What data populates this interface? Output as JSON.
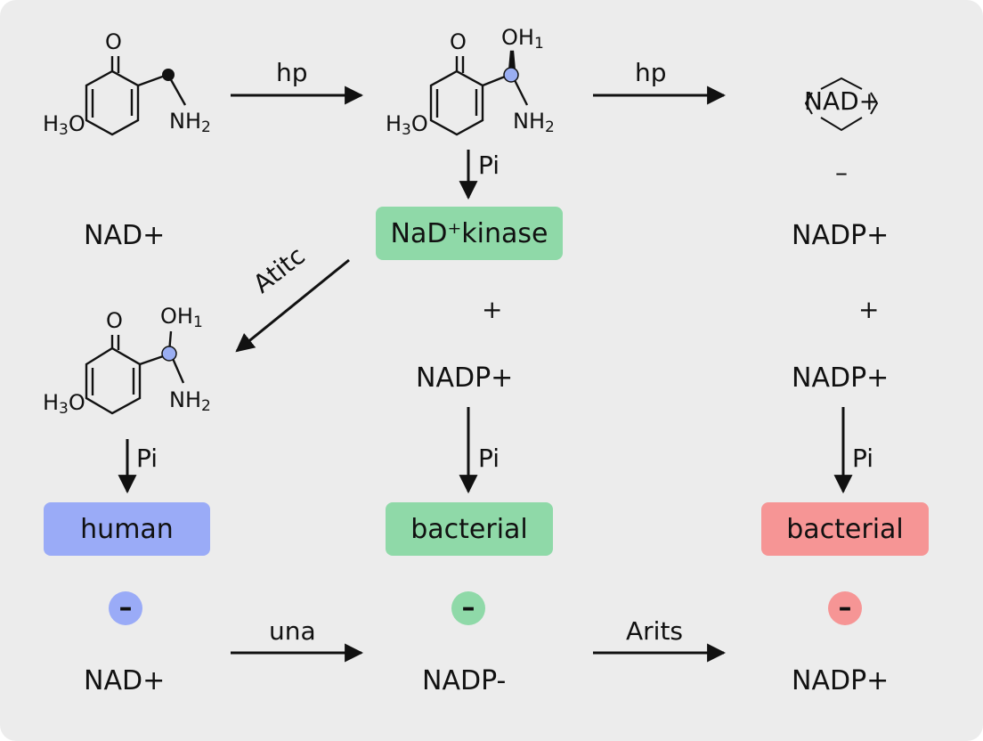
{
  "colors": {
    "background": "#ececec",
    "blue": "#9aabf7",
    "green": "#8fd9a8",
    "red": "#f69595",
    "atom_dot_blue": "#9aaef2",
    "ink": "#111111"
  },
  "molecules": {
    "m1": {
      "o_top": "O",
      "methoxy": "H",
      "methoxy_sub": "3",
      "methoxy_end": "O",
      "amine": "NH",
      "amine_sub": "2"
    },
    "m2": {
      "o_top": "O",
      "hydroxyl": "OH",
      "hydroxyl_sub": "1",
      "methoxy": "H",
      "methoxy_sub": "3",
      "methoxy_end": "O",
      "amine": "NH",
      "amine_sub": "2"
    },
    "m3": {
      "o_top": "O",
      "hydroxyl": "OH",
      "hydroxyl_sub": "1",
      "methoxy": "H",
      "methoxy_sub": "3",
      "methoxy_end": "O",
      "amine": "NH",
      "amine_sub": "2"
    }
  },
  "arrows": {
    "a1": "hp",
    "a2": "hp",
    "pi_1": "Pi",
    "diag": "Atitc",
    "pi_2": "Pi",
    "pi_3": "Pi",
    "pi_4": "Pi",
    "bottom_1": "una",
    "bottom_2": "Arits"
  },
  "labels": {
    "nad_top_right": "NAD+",
    "dash_top_right": "–",
    "nad_left_row2": "NAD+",
    "nadp_right_row2": "NADP+",
    "plus_center": "+",
    "plus_right": "+",
    "nadp_center_row3": "NADP+",
    "nadp_right_row3": "NADP+",
    "nad_bottom_left": "NAD+",
    "nadp_bottom_center": "NADP-",
    "nadp_bottom_right": "NADP+"
  },
  "boxes": {
    "kinase": "NaD⁺kinase",
    "human": "human",
    "bacterial_center": "bacterial",
    "bacterial_right": "bacterial"
  },
  "minus_signs": {
    "left": "–",
    "center": "–",
    "right": "–"
  }
}
